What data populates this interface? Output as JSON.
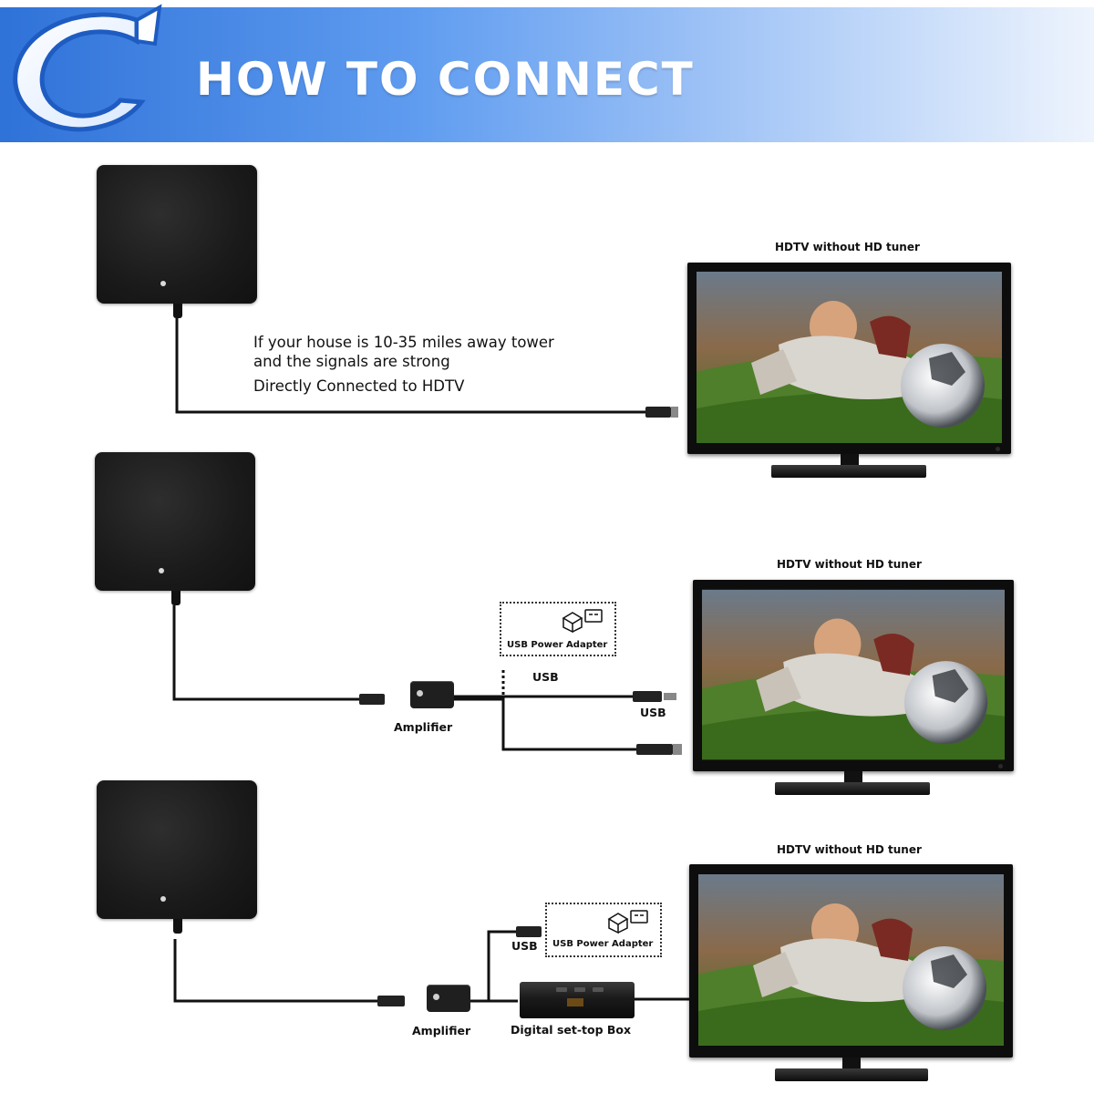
{
  "header": {
    "title": "HOW TO CONNECT",
    "gradient_colors": [
      "#2f72d8",
      "#5f9cf0",
      "#a9c9f7",
      "#eef4fd"
    ],
    "logo_icon": "circular-arrow-c-icon"
  },
  "setups": [
    {
      "tv_label": "HDTV without HD tuner",
      "description": [
        "If your house is 10-35 miles away tower",
        "and the signals are strong",
        "Directly Connected to HDTV"
      ]
    },
    {
      "tv_label": "HDTV without HD tuner",
      "adapter_label": "USB Power Adapter",
      "usb_label_top": "USB",
      "usb_label_right": "USB",
      "amplifier_label": "Amplifier"
    },
    {
      "tv_label": "HDTV without HD tuner",
      "adapter_label": "USB Power Adapter",
      "usb_label": "USB",
      "amplifier_label": "Amplifier",
      "set_top_box_label": "Digital  set-top Box"
    }
  ],
  "colors": {
    "antenna": "#1a1a1a",
    "cable": "#111111",
    "label": "#111111"
  }
}
